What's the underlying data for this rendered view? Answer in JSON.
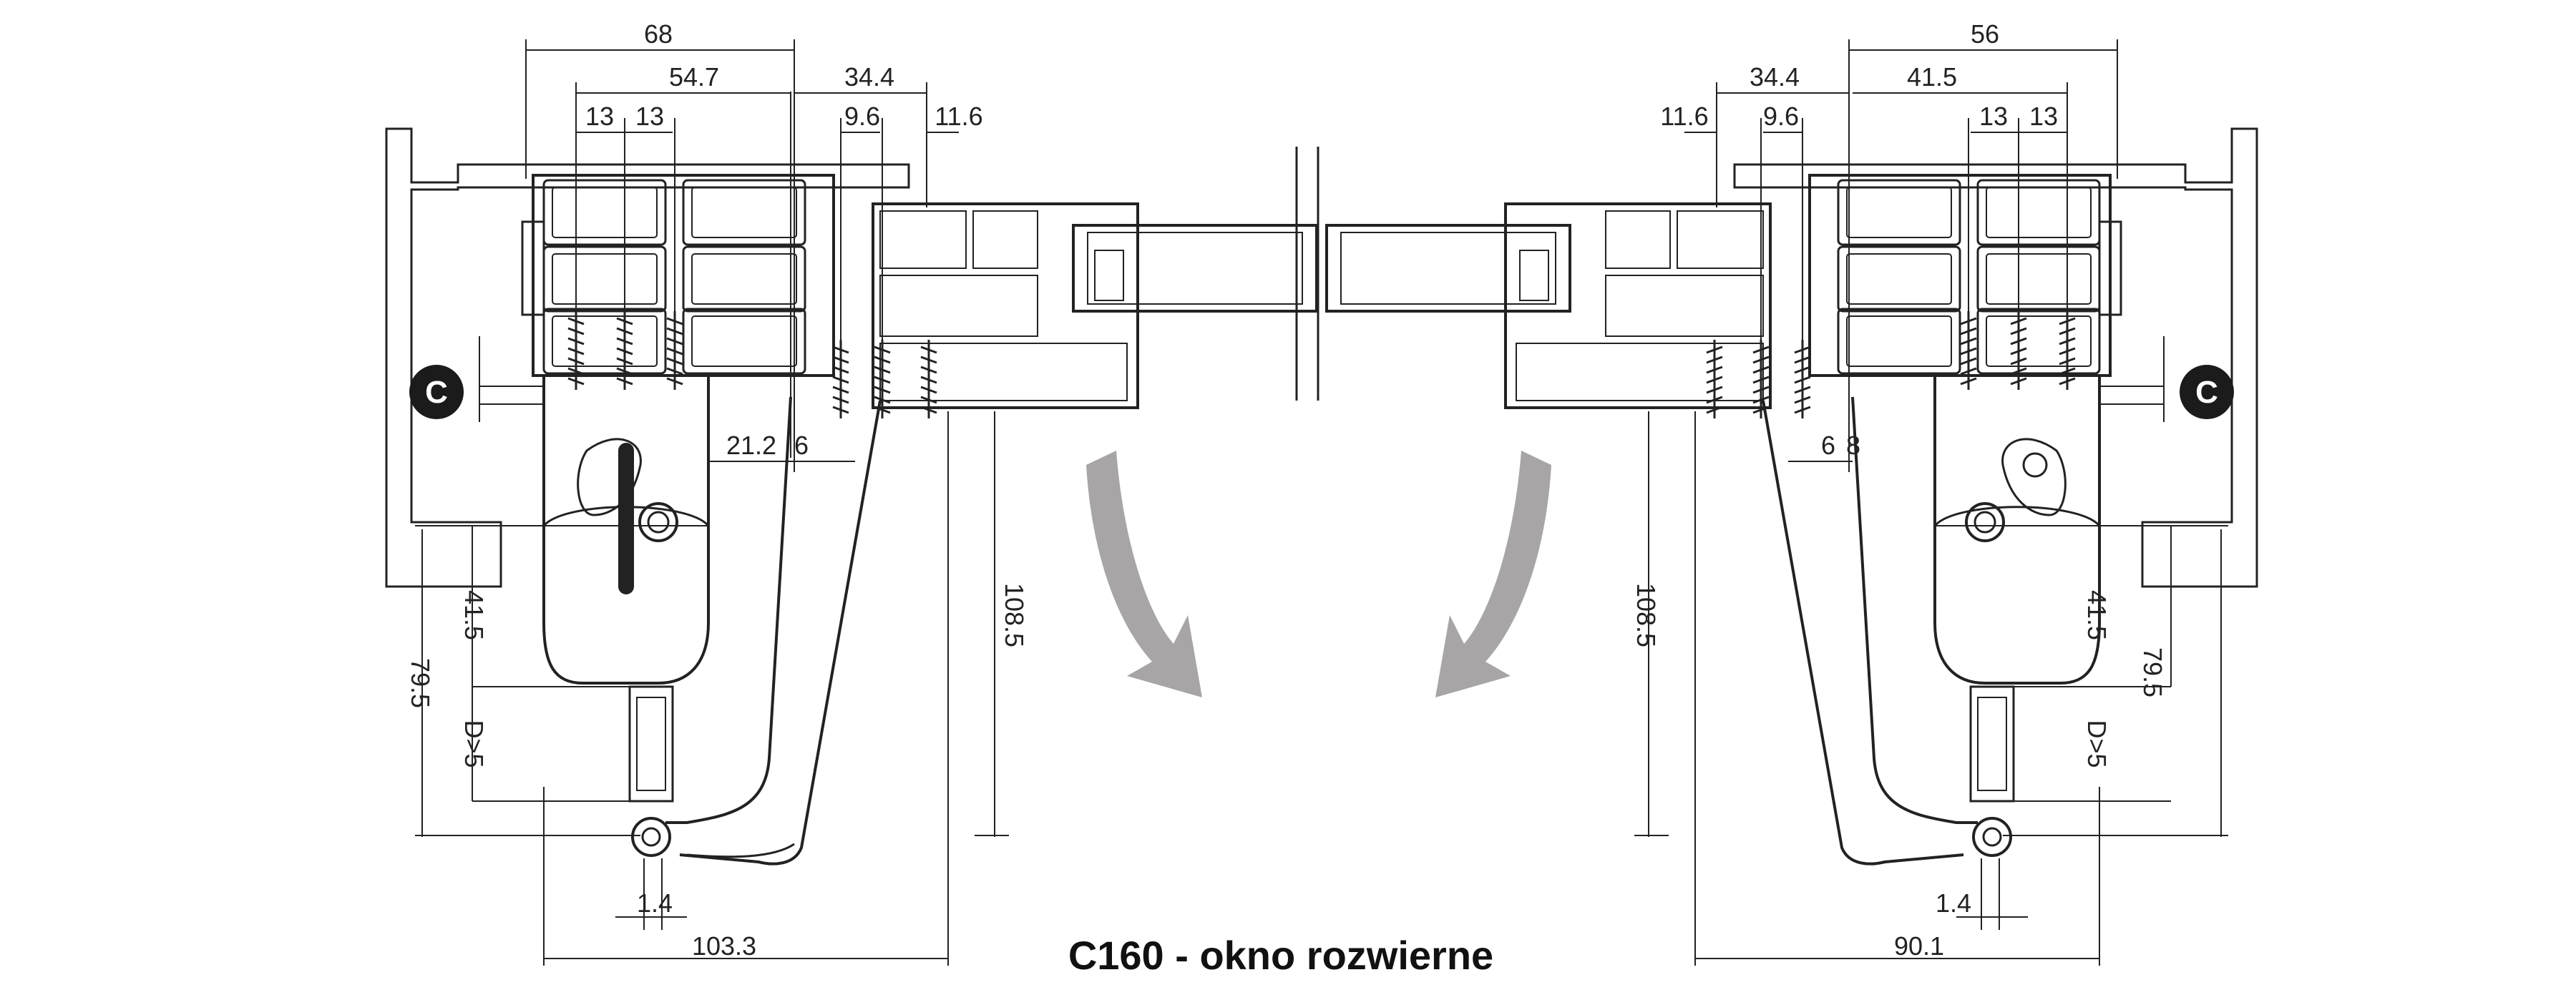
{
  "caption": "C160 - okno rozwierne",
  "colors": {
    "line": "#222222",
    "arrow": "#a7a5a5",
    "badge": "#1b1b1b"
  },
  "left": {
    "badge": "C",
    "dims": {
      "d68": "68",
      "d54_7": "54.7",
      "d34_4": "34.4",
      "d9_6": "9.6",
      "d11_6": "11.6",
      "d13a": "13",
      "d13b": "13",
      "d21_2": "21.2",
      "d6": "6",
      "d108_5": "108.5",
      "d41_5": "41.5",
      "d79_5": "79.5",
      "dD5": "D>5",
      "d1_4": "1.4",
      "d103_3": "103.3"
    }
  },
  "right": {
    "badge": "C",
    "dims": {
      "d56": "56",
      "d34_4": "34.4",
      "d41_5": "41.5",
      "d11_6": "11.6",
      "d9_6": "9.6",
      "d13a": "13",
      "d13b": "13",
      "d6": "6",
      "d8": "8",
      "d108_5": "108.5",
      "d41_5v": "41.5",
      "d79_5": "79.5",
      "dD5": "D>5",
      "d1_4": "1.4",
      "d90_1": "90.1"
    }
  }
}
